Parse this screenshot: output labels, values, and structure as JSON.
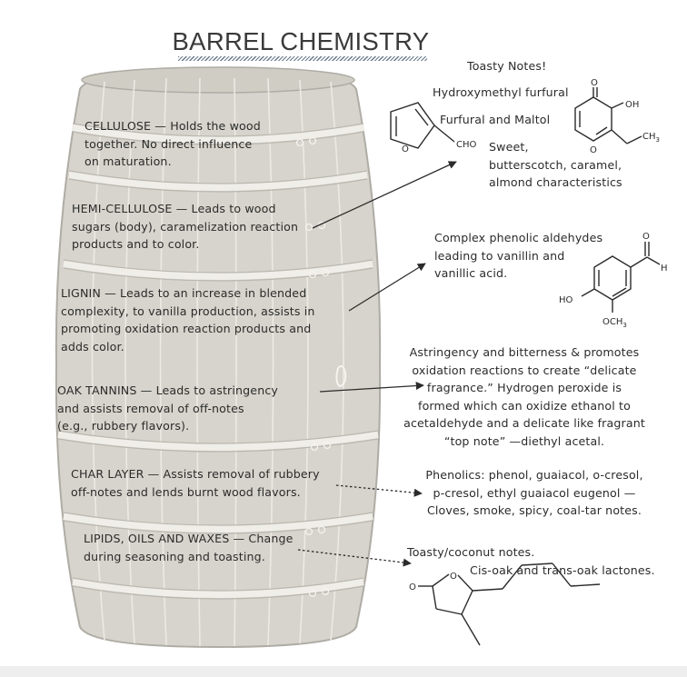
{
  "title": "BARREL CHEMISTRY",
  "colors": {
    "barrel": "#d6d4cc",
    "barrel_edge": "#aeaca4",
    "ink": "#2b2b2b"
  },
  "barrel_labels": {
    "cellulose": "CELLULOSE — Holds the wood\ntogether. No direct influence\non maturation.",
    "hemicellulose": "HEMI-CELLULOSE — Leads to wood\nsugars (body), caramelization reaction\nproducts and to color.",
    "lignin": "LIGNIN — Leads to an increase in blended\ncomplexity, to vanilla production, assists in\npromoting oxidation reaction products and\nadds color.",
    "oak_tannins": "OAK TANNINS — Leads to astringency\nand assists removal of off-notes\n(e.g., rubbery flavors).",
    "char_layer": "CHAR LAYER — Assists removal of rubbery\noff-notes and lends burnt wood flavors.",
    "lipids": "LIPIDS, OILS AND WAXES — Change\nduring seasoning and toasting."
  },
  "notes": {
    "toasty": "Toasty Notes!",
    "hmf": "Hydroxymethyl furfural",
    "furfural_maltol": "Furfural and Maltol",
    "sweet": "Sweet,\nbutterscotch, caramel,\nalmond characteristics",
    "phenolic_aldehydes": "Complex phenolic aldehydes\nleading to vanillin and\nvanillic acid.",
    "astringency": "Astringency and bitterness & promotes\noxidation reactions to create “delicate\nfragrance.” Hydrogen peroxide is\nformed which can oxidize ethanol to\nacetaldehyde and a delicate like fragrant\n“top note” —diethyl acetal.",
    "phenolics": "Phenolics: phenol, guaiacol, o-cresol,\np-cresol, ethyl guaiacol eugenol —\nCloves, smoke, spicy, coal-tar notes.",
    "toasty_coconut": "Toasty/coconut notes.",
    "lactones": "Cis-oak and trans-oak lactones."
  },
  "chem_labels": {
    "furfural_o": "O",
    "furfural_cho": "CHO",
    "maltol_o_top": "O",
    "maltol_oh": "OH",
    "maltol_o_ring": "O",
    "maltol_ch3": "CH",
    "maltol_ch3_sub": "3",
    "vanillin_o": "O",
    "vanillin_h": "H",
    "vanillin_ho": "HO",
    "vanillin_och3": "OCH",
    "vanillin_och3_sub": "3",
    "lactone_o_carbonyl": "O",
    "lactone_o_ring": "O"
  }
}
